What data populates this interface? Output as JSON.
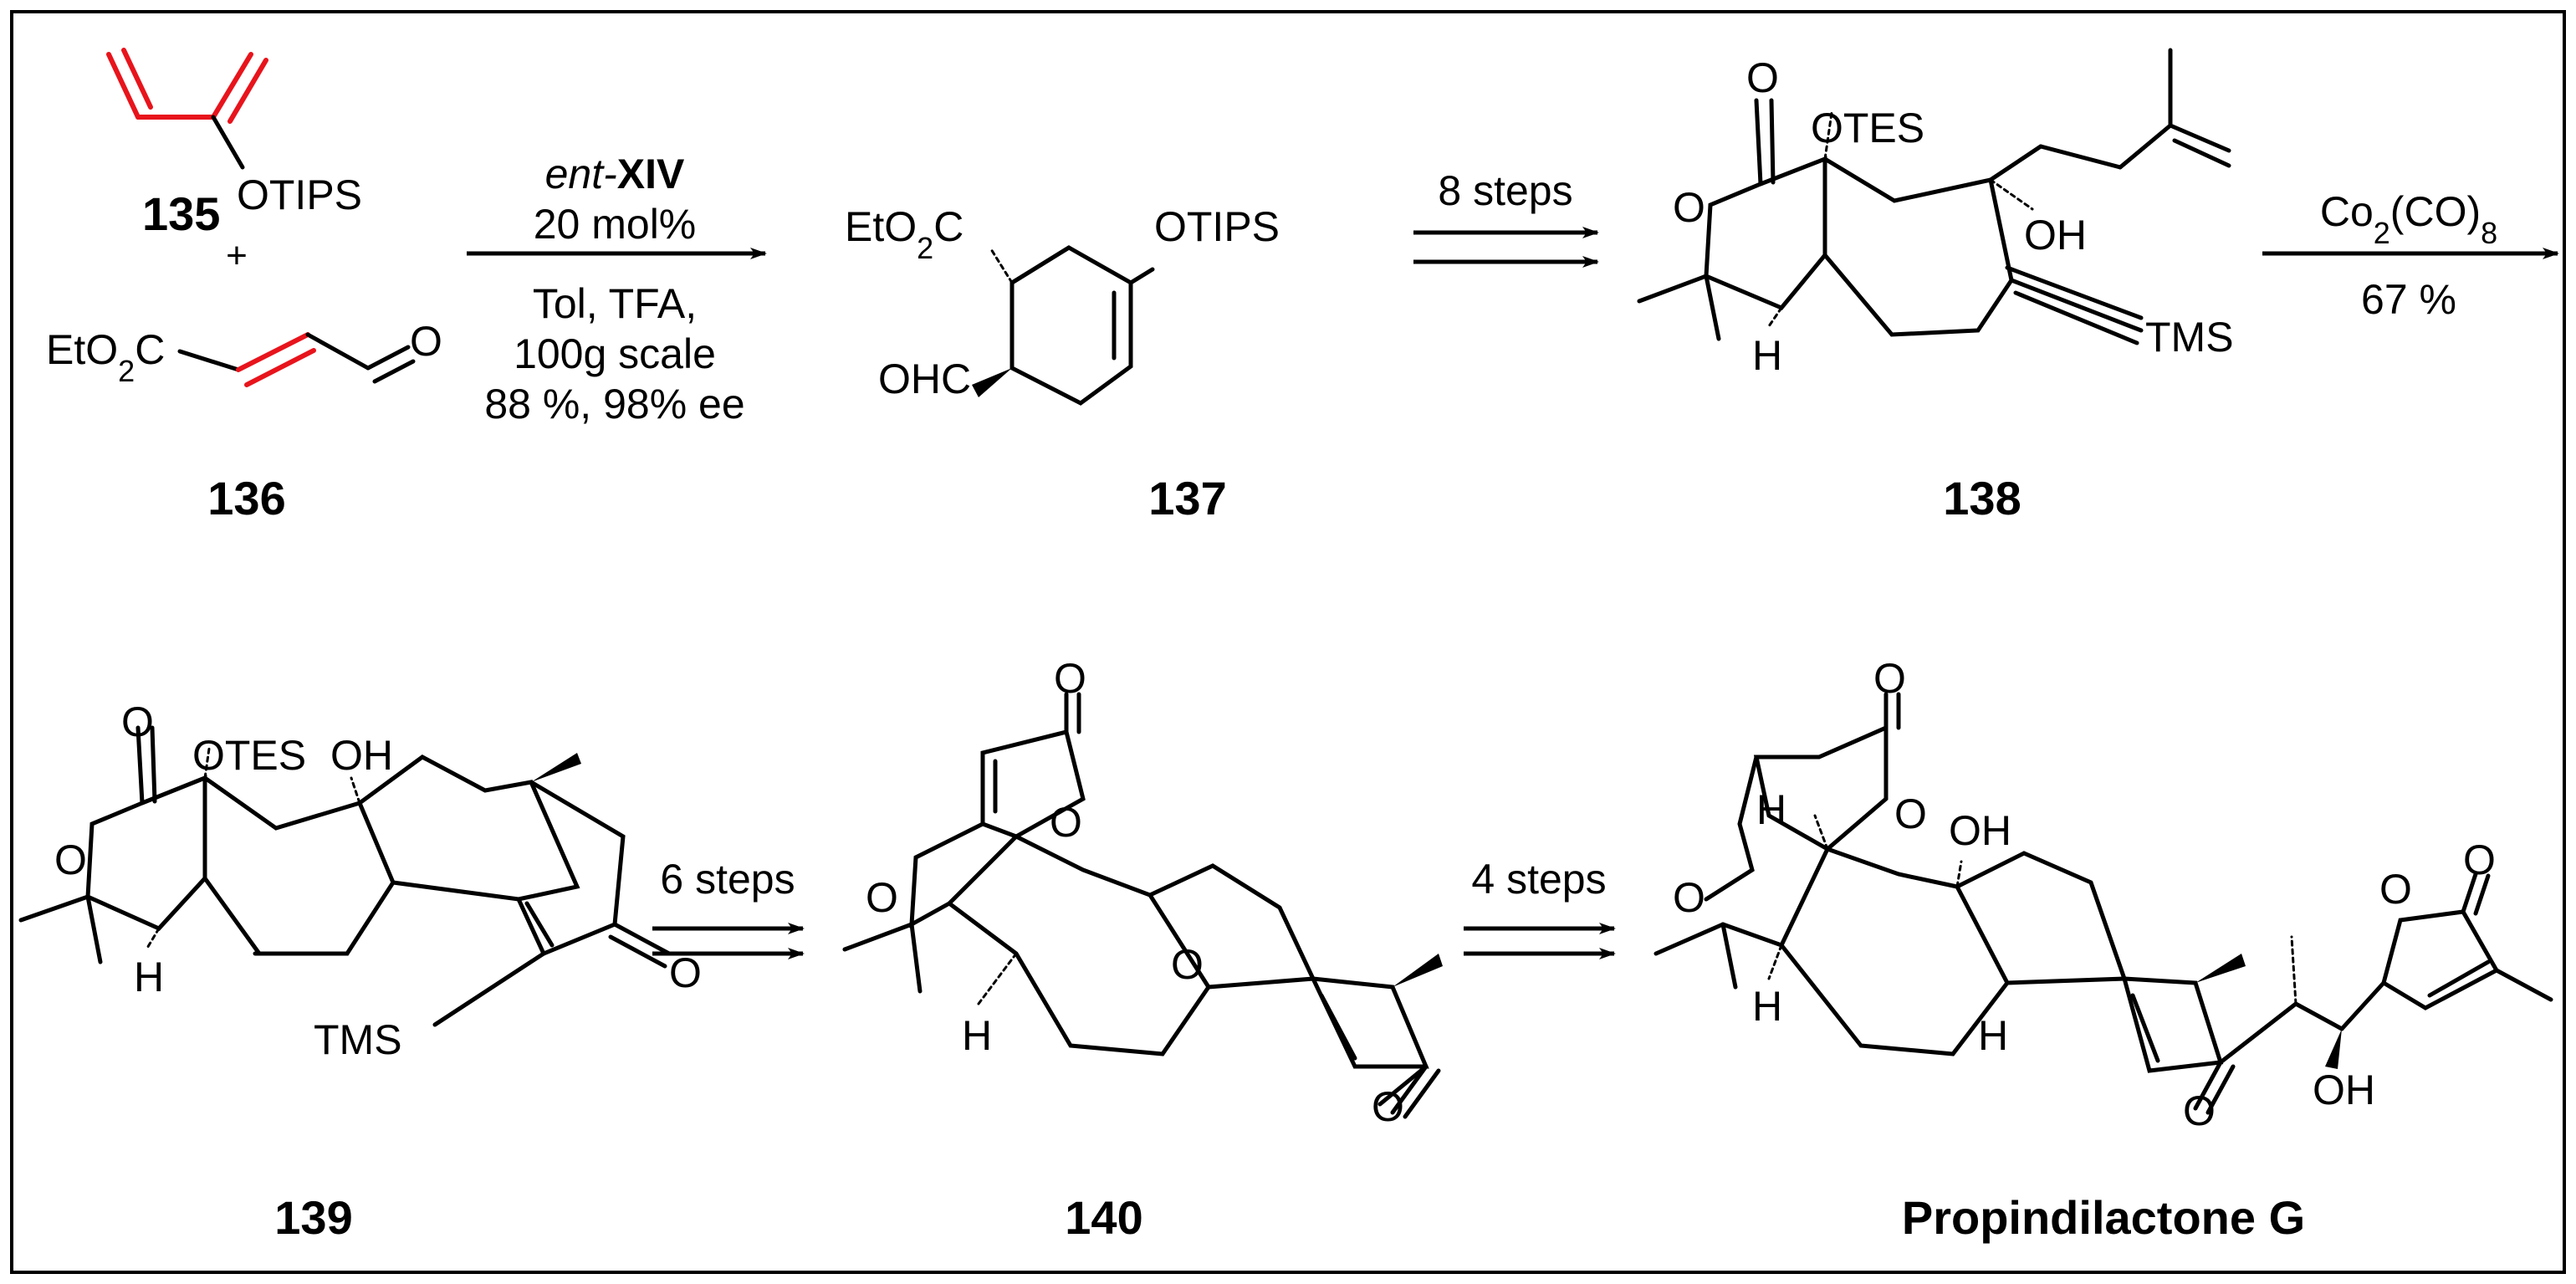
{
  "compounds": {
    "c135": "135",
    "c136": "136",
    "c137": "137",
    "c138": "138",
    "c139": "139",
    "c140": "140",
    "final": "Propindilactone G"
  },
  "reactants": {
    "plus": "+",
    "otips": "OTIPS",
    "eto2c": "EtO2C",
    "o": "O"
  },
  "arrow1": {
    "catalyst_prefix": "ent-",
    "catalyst_bold": "XIV",
    "loading": "20 mol%",
    "solvent": "Tol, TFA,",
    "scale": "100g scale",
    "yield": "88 %, 98% ee"
  },
  "arrow2": {
    "label": "8 steps"
  },
  "arrow3": {
    "reagent": "Co2(CO)8",
    "yield": "67 %"
  },
  "arrow4": {
    "label": "6 steps"
  },
  "arrow5": {
    "label": "4 steps"
  },
  "labels": {
    "otes": "OTES",
    "oh": "OH",
    "tms": "TMS",
    "h": "H",
    "ohc": "OHC",
    "o": "O"
  },
  "colors": {
    "highlight": "#e8141c",
    "frame": "#000000"
  }
}
